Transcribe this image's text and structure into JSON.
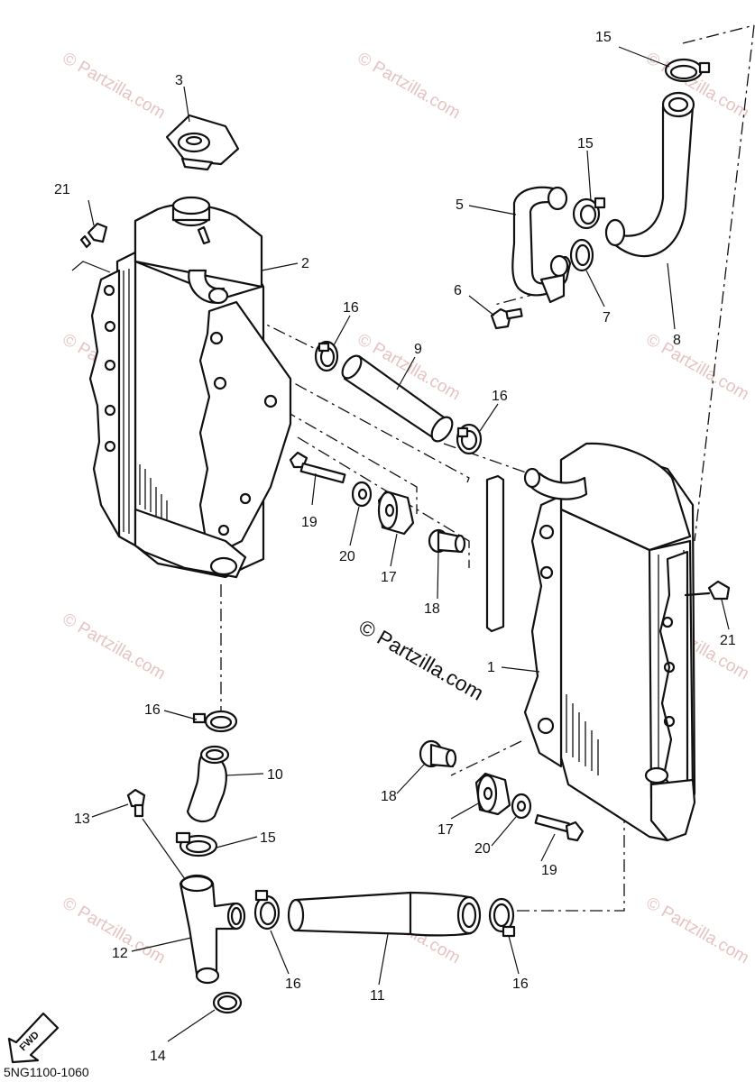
{
  "watermark": "© Partzilla.com",
  "brand": "© Partzilla.com",
  "diagram_code": "5NG1100-1060",
  "fwd_label": "FWD",
  "callouts": [
    {
      "id": "c1",
      "label": "1"
    },
    {
      "id": "c2",
      "label": "2"
    },
    {
      "id": "c3",
      "label": "3"
    },
    {
      "id": "c5",
      "label": "5"
    },
    {
      "id": "c6",
      "label": "6"
    },
    {
      "id": "c7",
      "label": "7"
    },
    {
      "id": "c8",
      "label": "8"
    },
    {
      "id": "c9",
      "label": "9"
    },
    {
      "id": "c10",
      "label": "10"
    },
    {
      "id": "c11",
      "label": "11"
    },
    {
      "id": "c12",
      "label": "12"
    },
    {
      "id": "c13",
      "label": "13"
    },
    {
      "id": "c14",
      "label": "14"
    },
    {
      "id": "c15a",
      "label": "15"
    },
    {
      "id": "c15b",
      "label": "15"
    },
    {
      "id": "c15c",
      "label": "15"
    },
    {
      "id": "c16a",
      "label": "16"
    },
    {
      "id": "c16b",
      "label": "16"
    },
    {
      "id": "c16c",
      "label": "16"
    },
    {
      "id": "c16d",
      "label": "16"
    },
    {
      "id": "c16e",
      "label": "16"
    },
    {
      "id": "c17a",
      "label": "17"
    },
    {
      "id": "c17b",
      "label": "17"
    },
    {
      "id": "c18a",
      "label": "18"
    },
    {
      "id": "c18b",
      "label": "18"
    },
    {
      "id": "c19a",
      "label": "19"
    },
    {
      "id": "c19b",
      "label": "19"
    },
    {
      "id": "c20a",
      "label": "20"
    },
    {
      "id": "c20b",
      "label": "20"
    },
    {
      "id": "c21a",
      "label": "21"
    },
    {
      "id": "c21b",
      "label": "21"
    }
  ],
  "colors": {
    "line": "#111111",
    "watermark": "#e6c3c3",
    "background": "#ffffff"
  }
}
